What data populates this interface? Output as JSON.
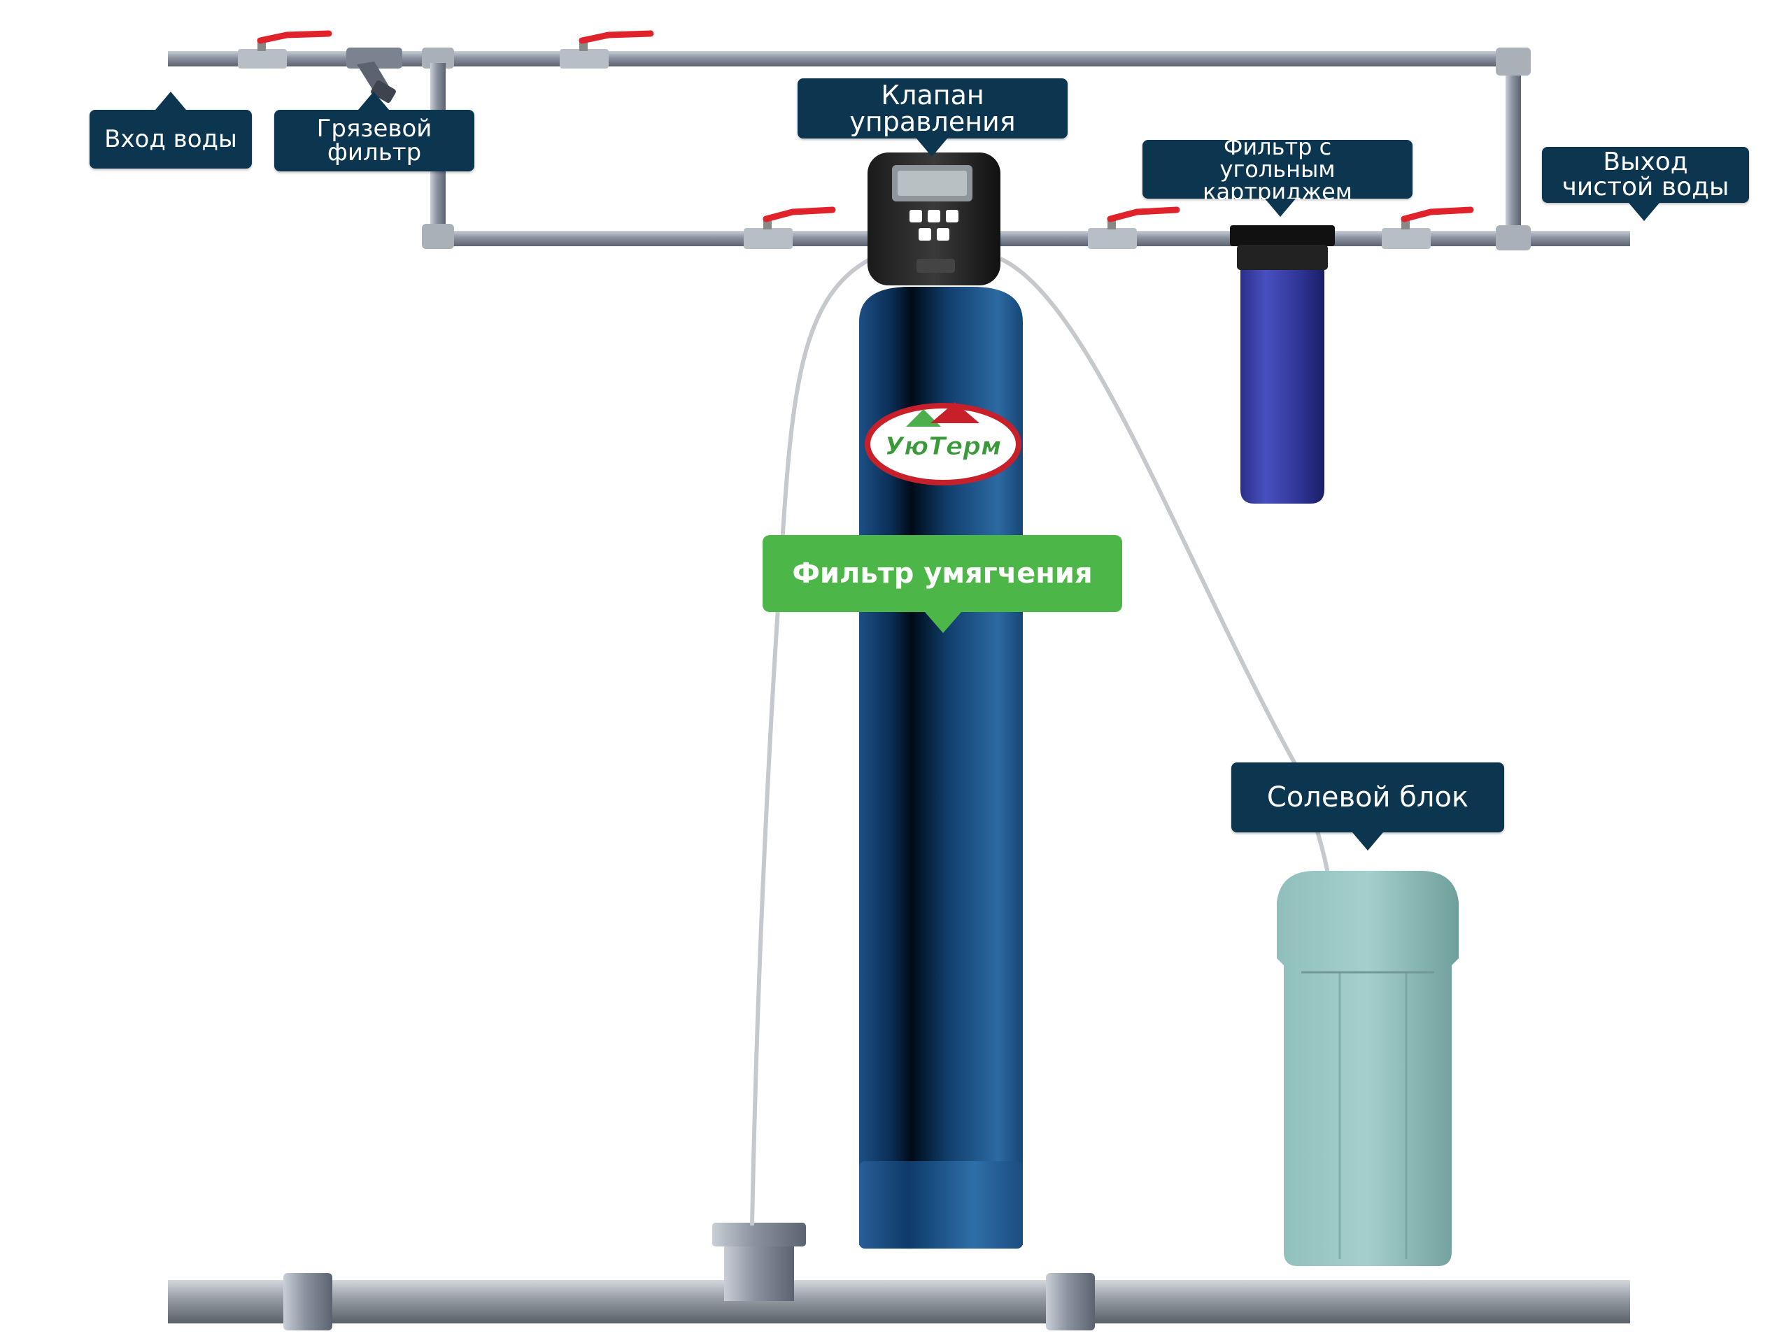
{
  "labels": {
    "water_inlet": "Вход воды",
    "mud_filter": "Грязевой фильтр",
    "control_valve": "Клапан управления",
    "carbon_filter_line1": "Фильтр с",
    "carbon_filter_line2": "угольным картриджем",
    "clean_water_line1": "Выход",
    "clean_water_line2": "чистой воды",
    "softener": "Фильтр умягчения",
    "brine_tank": "Солевой блок"
  },
  "logo": {
    "text": "УюТерм"
  },
  "colors": {
    "label_bg": "#0c3550",
    "softener_label": "#4cb748",
    "tank": "#1b4f8a",
    "pipe": "#8a92a0",
    "valve_handle": "#e0232b",
    "brine_tank": "#7fb0ad"
  }
}
